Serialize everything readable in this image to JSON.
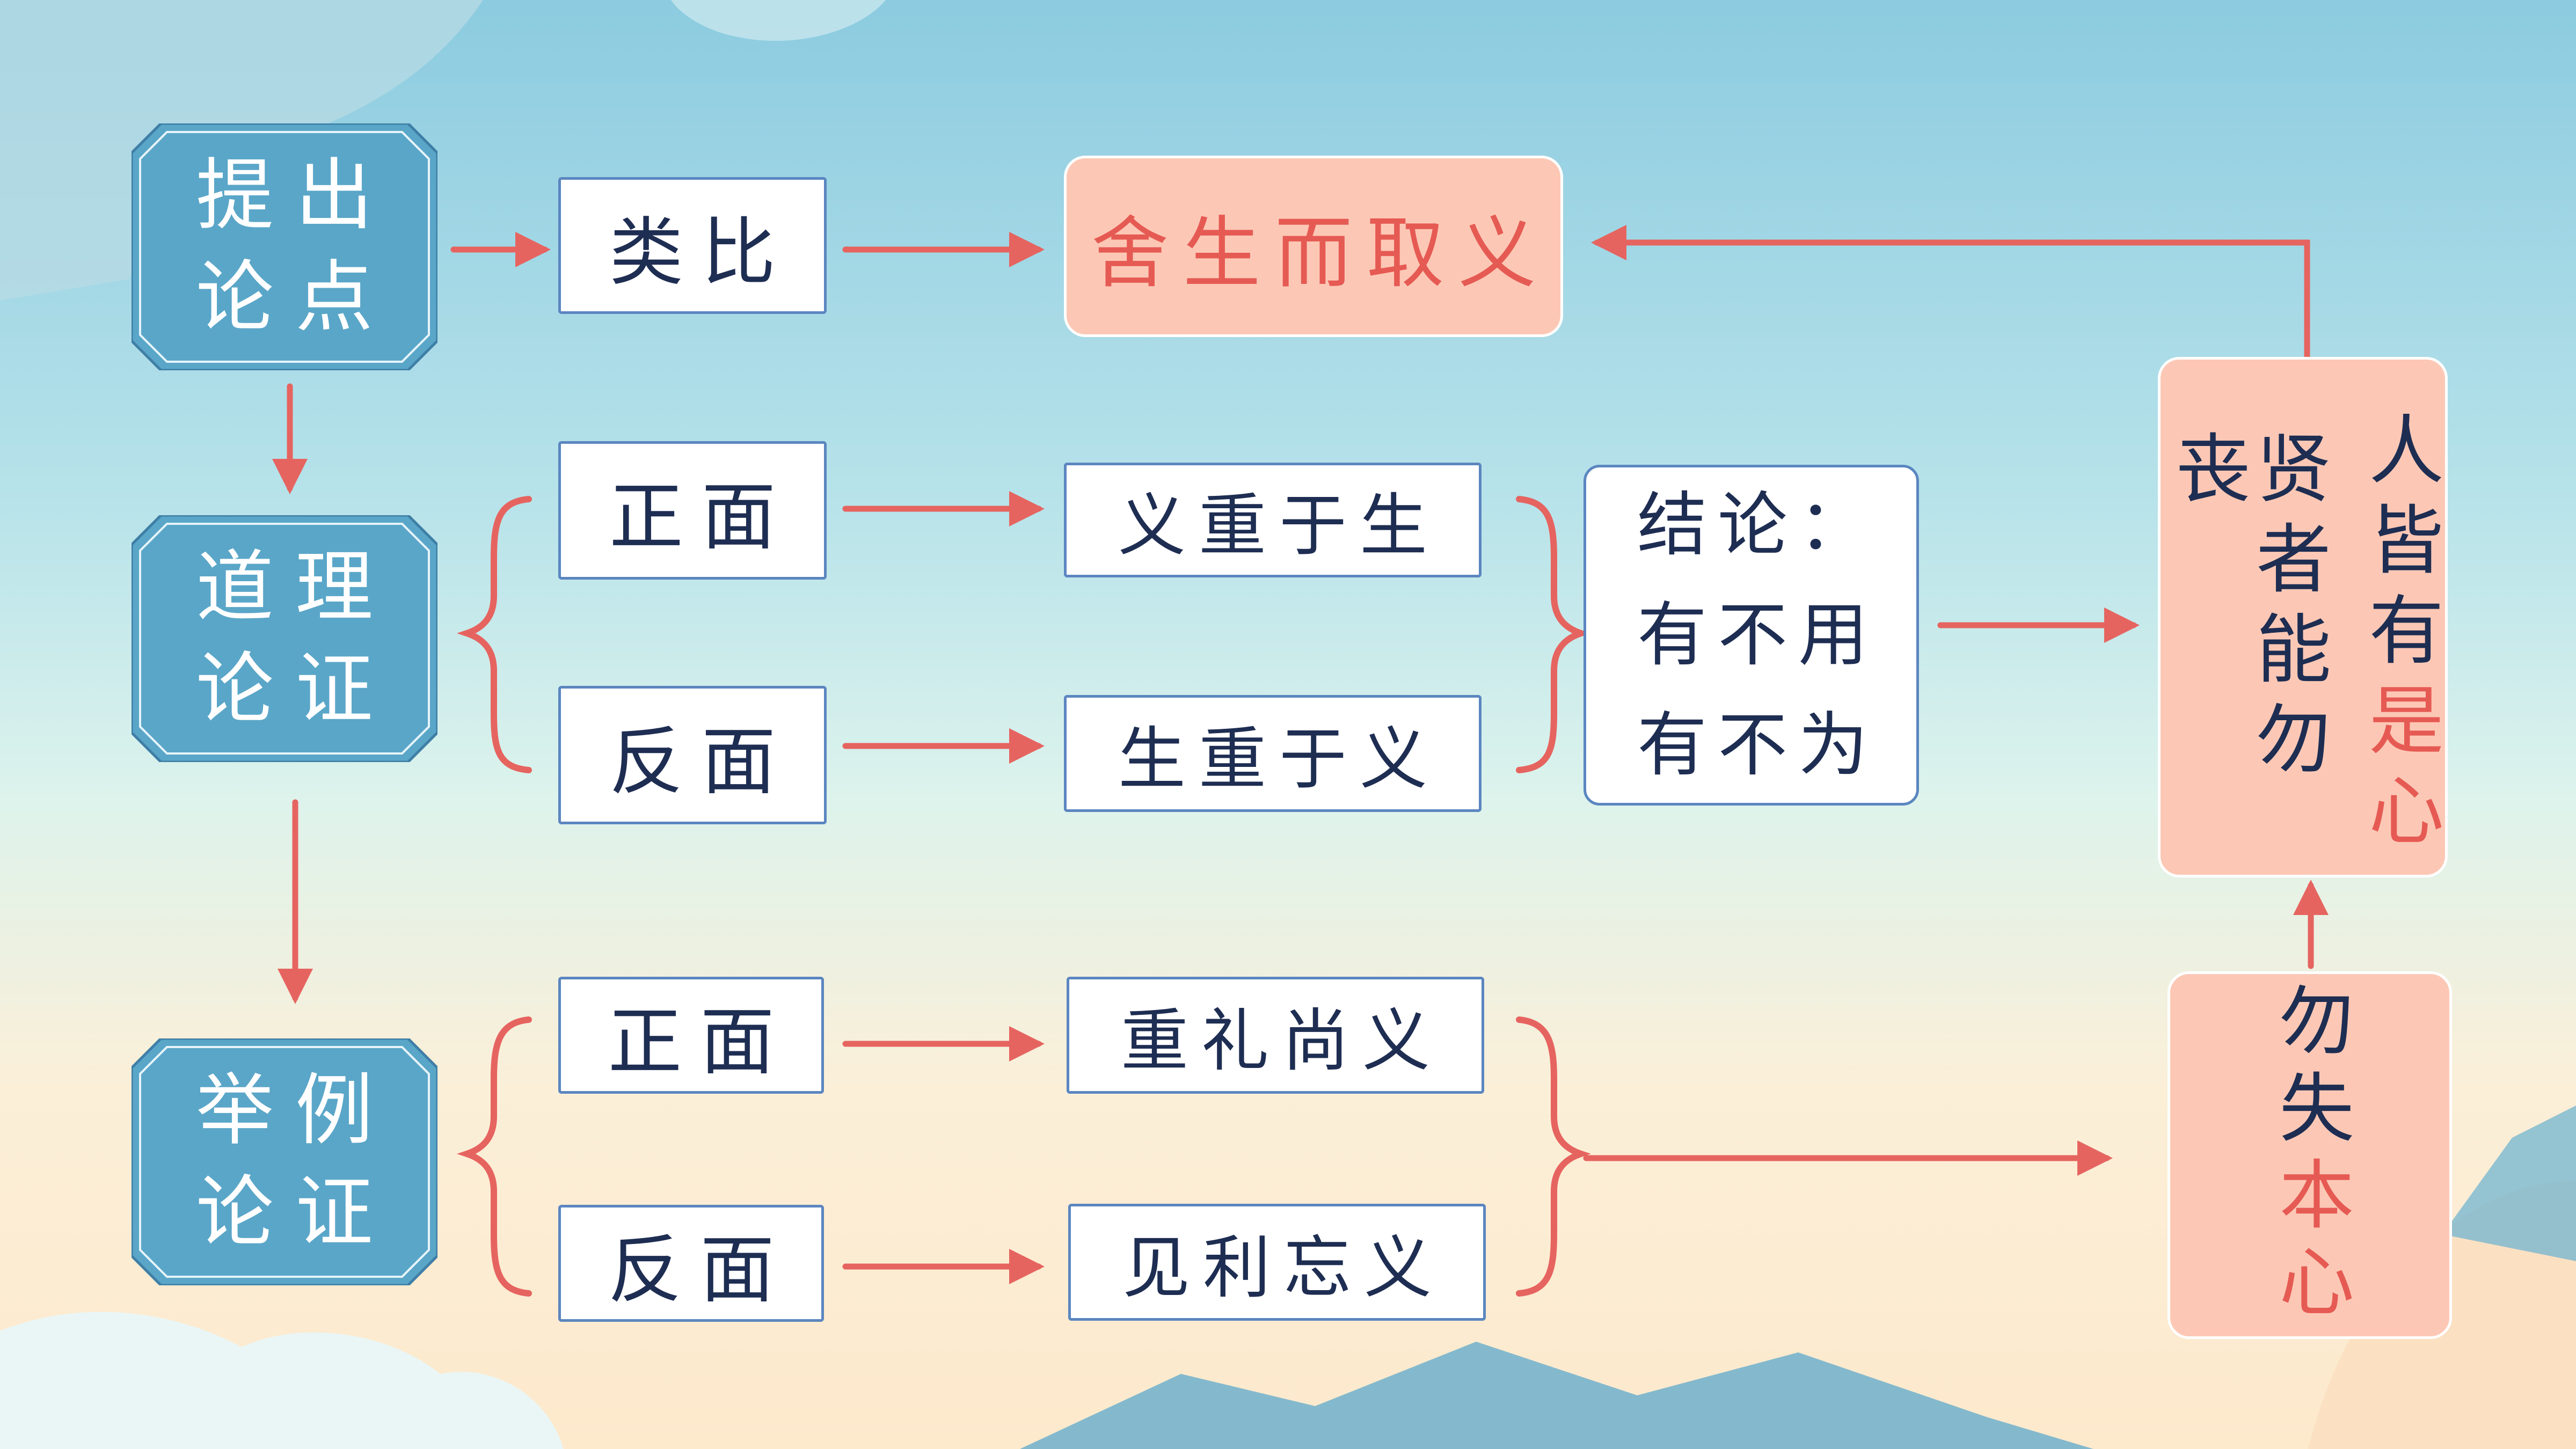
{
  "colors": {
    "arrow": "#e66460",
    "hex_fill": "#5aa6c8",
    "pink": "#fcc8b5",
    "text": "#1e2d52",
    "accent_text": "#e65a54"
  },
  "row1": {
    "start": [
      "提出",
      "论点"
    ],
    "method": "类比",
    "thesis": "舍生而取义"
  },
  "row2": {
    "start": [
      "道理",
      "论证"
    ],
    "pos_label": "正面",
    "neg_label": "反面",
    "pos_result": "义重于生",
    "neg_result": "生重于义",
    "conclusion_title": "结论：",
    "conclusion_lines": [
      "有不用",
      "有不为"
    ]
  },
  "row3": {
    "start": [
      "举例",
      "论证"
    ],
    "pos_label": "正面",
    "neg_label": "反面",
    "pos_result": "重礼尚义",
    "neg_result": "见利忘义"
  },
  "right_top": {
    "col1_a": "人皆有",
    "col1_b": "是心",
    "col2": "贤者能勿丧"
  },
  "right_bottom": {
    "line_a": "勿失",
    "line_b": "本心"
  }
}
